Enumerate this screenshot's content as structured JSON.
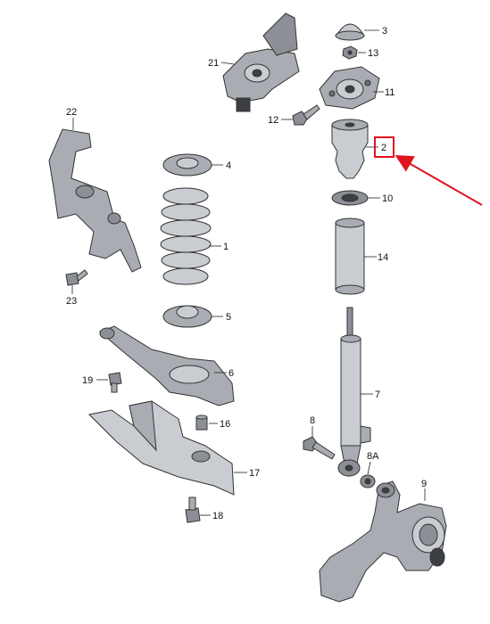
{
  "labels": {
    "p1": "1",
    "p2": "2",
    "p3": "3",
    "p4": "4",
    "p5": "5",
    "p6": "6",
    "p7": "7",
    "p8": "8",
    "p8a": "8A",
    "p9": "9",
    "p10": "10",
    "p11": "11",
    "p12": "12",
    "p13": "13",
    "p14": "14",
    "p16": "16",
    "p17": "17",
    "p18": "18",
    "p19": "19",
    "p21": "21",
    "p22": "22",
    "p23": "23"
  },
  "highlight": {
    "target_label": "2",
    "box_color": "#e0141e",
    "arrow_color": "#e0141e"
  }
}
